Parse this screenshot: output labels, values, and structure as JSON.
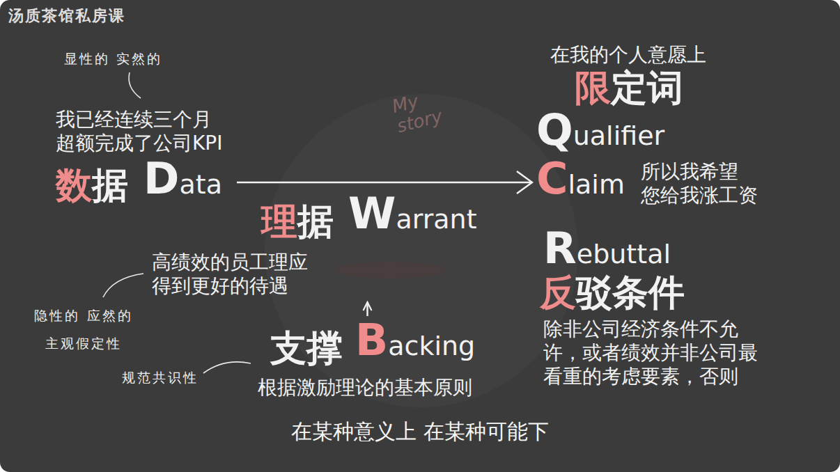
{
  "diagram": {
    "caption": "在某种意义上 在某种可能下",
    "nodes": [
      {
        "text": [
          "我已经连续三个月 超额完成了公司KPI",
          "数据",
          "Data"
        ]
      },
      {
        "text": [
          "理据",
          "Warrant",
          "高绩效的员工理应 得到更好的待遇"
        ]
      },
      {
        "text": [
          "支撑",
          "Backing",
          "根据激励理论的基本原则"
        ]
      },
      {
        "text": [
          "在我的个人意愿上",
          "限定词",
          "Qualifier"
        ]
      },
      {
        "text": [
          "Claim",
          "所以我希望 您给我涨工资"
        ]
      },
      {
        "text": [
          "Rebuttal",
          "反驳条件",
          "除非公司经济条件不允 许，或者绩效并非公司最 看重的考虑要素，否则"
        ]
      }
    ],
    "edges": [
      {
        "from": 0,
        "to": 4,
        "arrow": "to"
      },
      {
        "from": 2,
        "to": 1,
        "arrow": "to"
      }
    ],
    "labels": [
      "汤质茶馆私房课",
      "显性的 实然的",
      "My story",
      "隐性的 应然的 主观假定性",
      "规范共识性"
    ]
  }
}
